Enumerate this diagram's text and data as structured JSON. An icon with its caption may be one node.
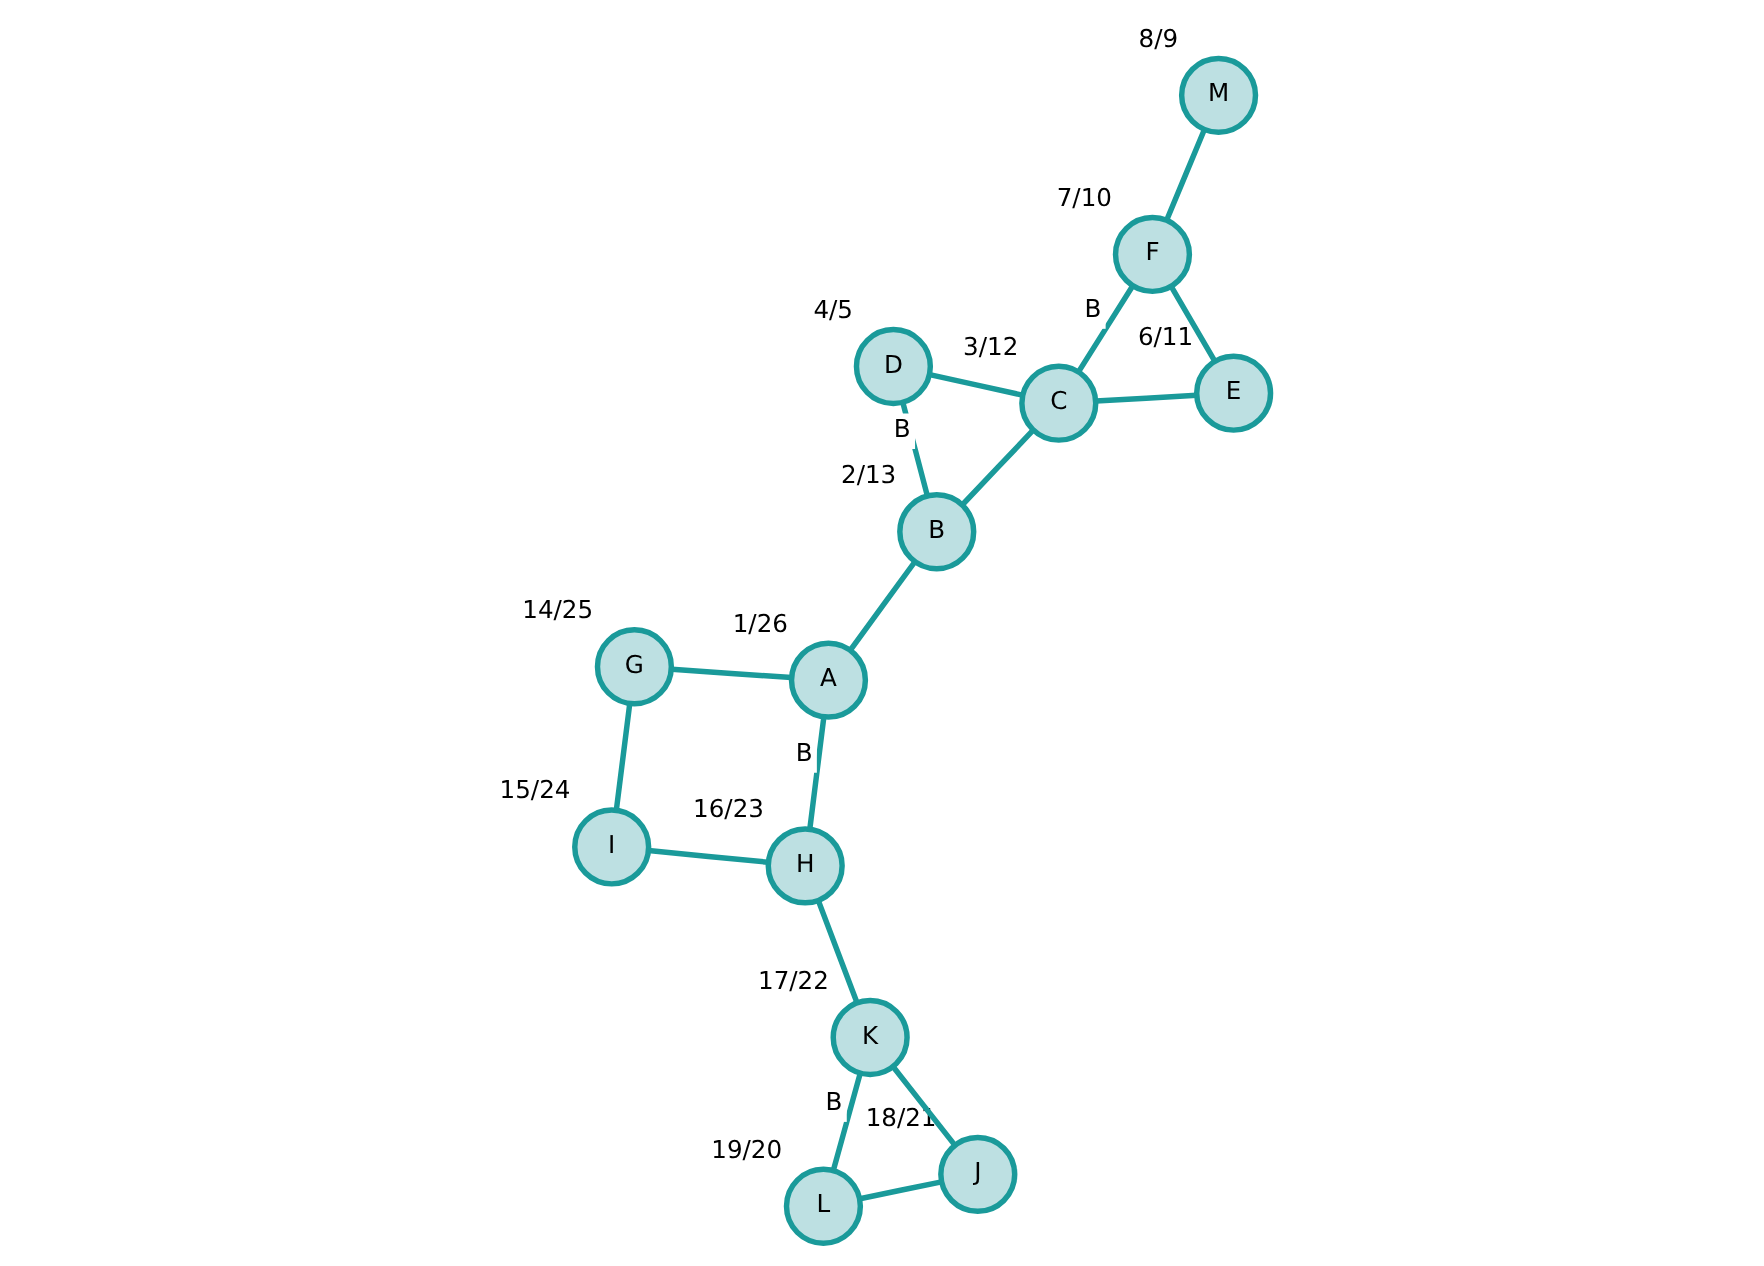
{
  "diagram": {
    "nodes": [
      {
        "text": [
          "A"
        ],
        "beside": [
          "1/26"
        ]
      },
      {
        "text": [
          "B"
        ],
        "beside": [
          "2/13"
        ]
      },
      {
        "text": [
          "C"
        ],
        "beside": [
          "3/12"
        ]
      },
      {
        "text": [
          "D"
        ],
        "beside": [
          "4/5"
        ]
      },
      {
        "text": [
          "E"
        ],
        "beside": [
          "6/11"
        ]
      },
      {
        "text": [
          "F"
        ],
        "beside": [
          "7/10"
        ]
      },
      {
        "text": [
          "G"
        ],
        "beside": [
          "14/25"
        ]
      },
      {
        "text": [
          "H"
        ],
        "beside": [
          "16/23"
        ]
      },
      {
        "text": [
          "I"
        ],
        "beside": [
          "15/24"
        ]
      },
      {
        "text": [
          "J"
        ],
        "beside": [
          "18/21"
        ]
      },
      {
        "text": [
          "K"
        ],
        "beside": [
          "17/22"
        ]
      },
      {
        "text": [
          "L"
        ],
        "beside": [
          "19/20"
        ]
      },
      {
        "text": [
          "M"
        ],
        "beside": [
          "8/9"
        ]
      }
    ],
    "edges": [
      {
        "from": 0,
        "to": 7,
        "arrow": "none",
        "label": "B"
      },
      {
        "from": 0,
        "to": 6,
        "arrow": "none"
      },
      {
        "from": 0,
        "to": 1,
        "arrow": "none"
      },
      {
        "from": 6,
        "to": 8,
        "arrow": "none"
      },
      {
        "from": 8,
        "to": 7,
        "arrow": "none"
      },
      {
        "from": 7,
        "to": 10,
        "arrow": "none"
      },
      {
        "from": 10,
        "to": 9,
        "arrow": "none"
      },
      {
        "from": 9,
        "to": 11,
        "arrow": "none"
      },
      {
        "from": 10,
        "to": 11,
        "arrow": "none",
        "label": "B"
      },
      {
        "from": 1,
        "to": 3,
        "arrow": "none",
        "label": "B"
      },
      {
        "from": 1,
        "to": 2,
        "arrow": "none"
      },
      {
        "from": 3,
        "to": 2,
        "arrow": "none"
      },
      {
        "from": 2,
        "to": 4,
        "arrow": "none"
      },
      {
        "from": 4,
        "to": 5,
        "arrow": "none"
      },
      {
        "from": 2,
        "to": 5,
        "arrow": "none",
        "label": "B"
      },
      {
        "from": 5,
        "to": 12,
        "arrow": "none"
      }
    ]
  }
}
